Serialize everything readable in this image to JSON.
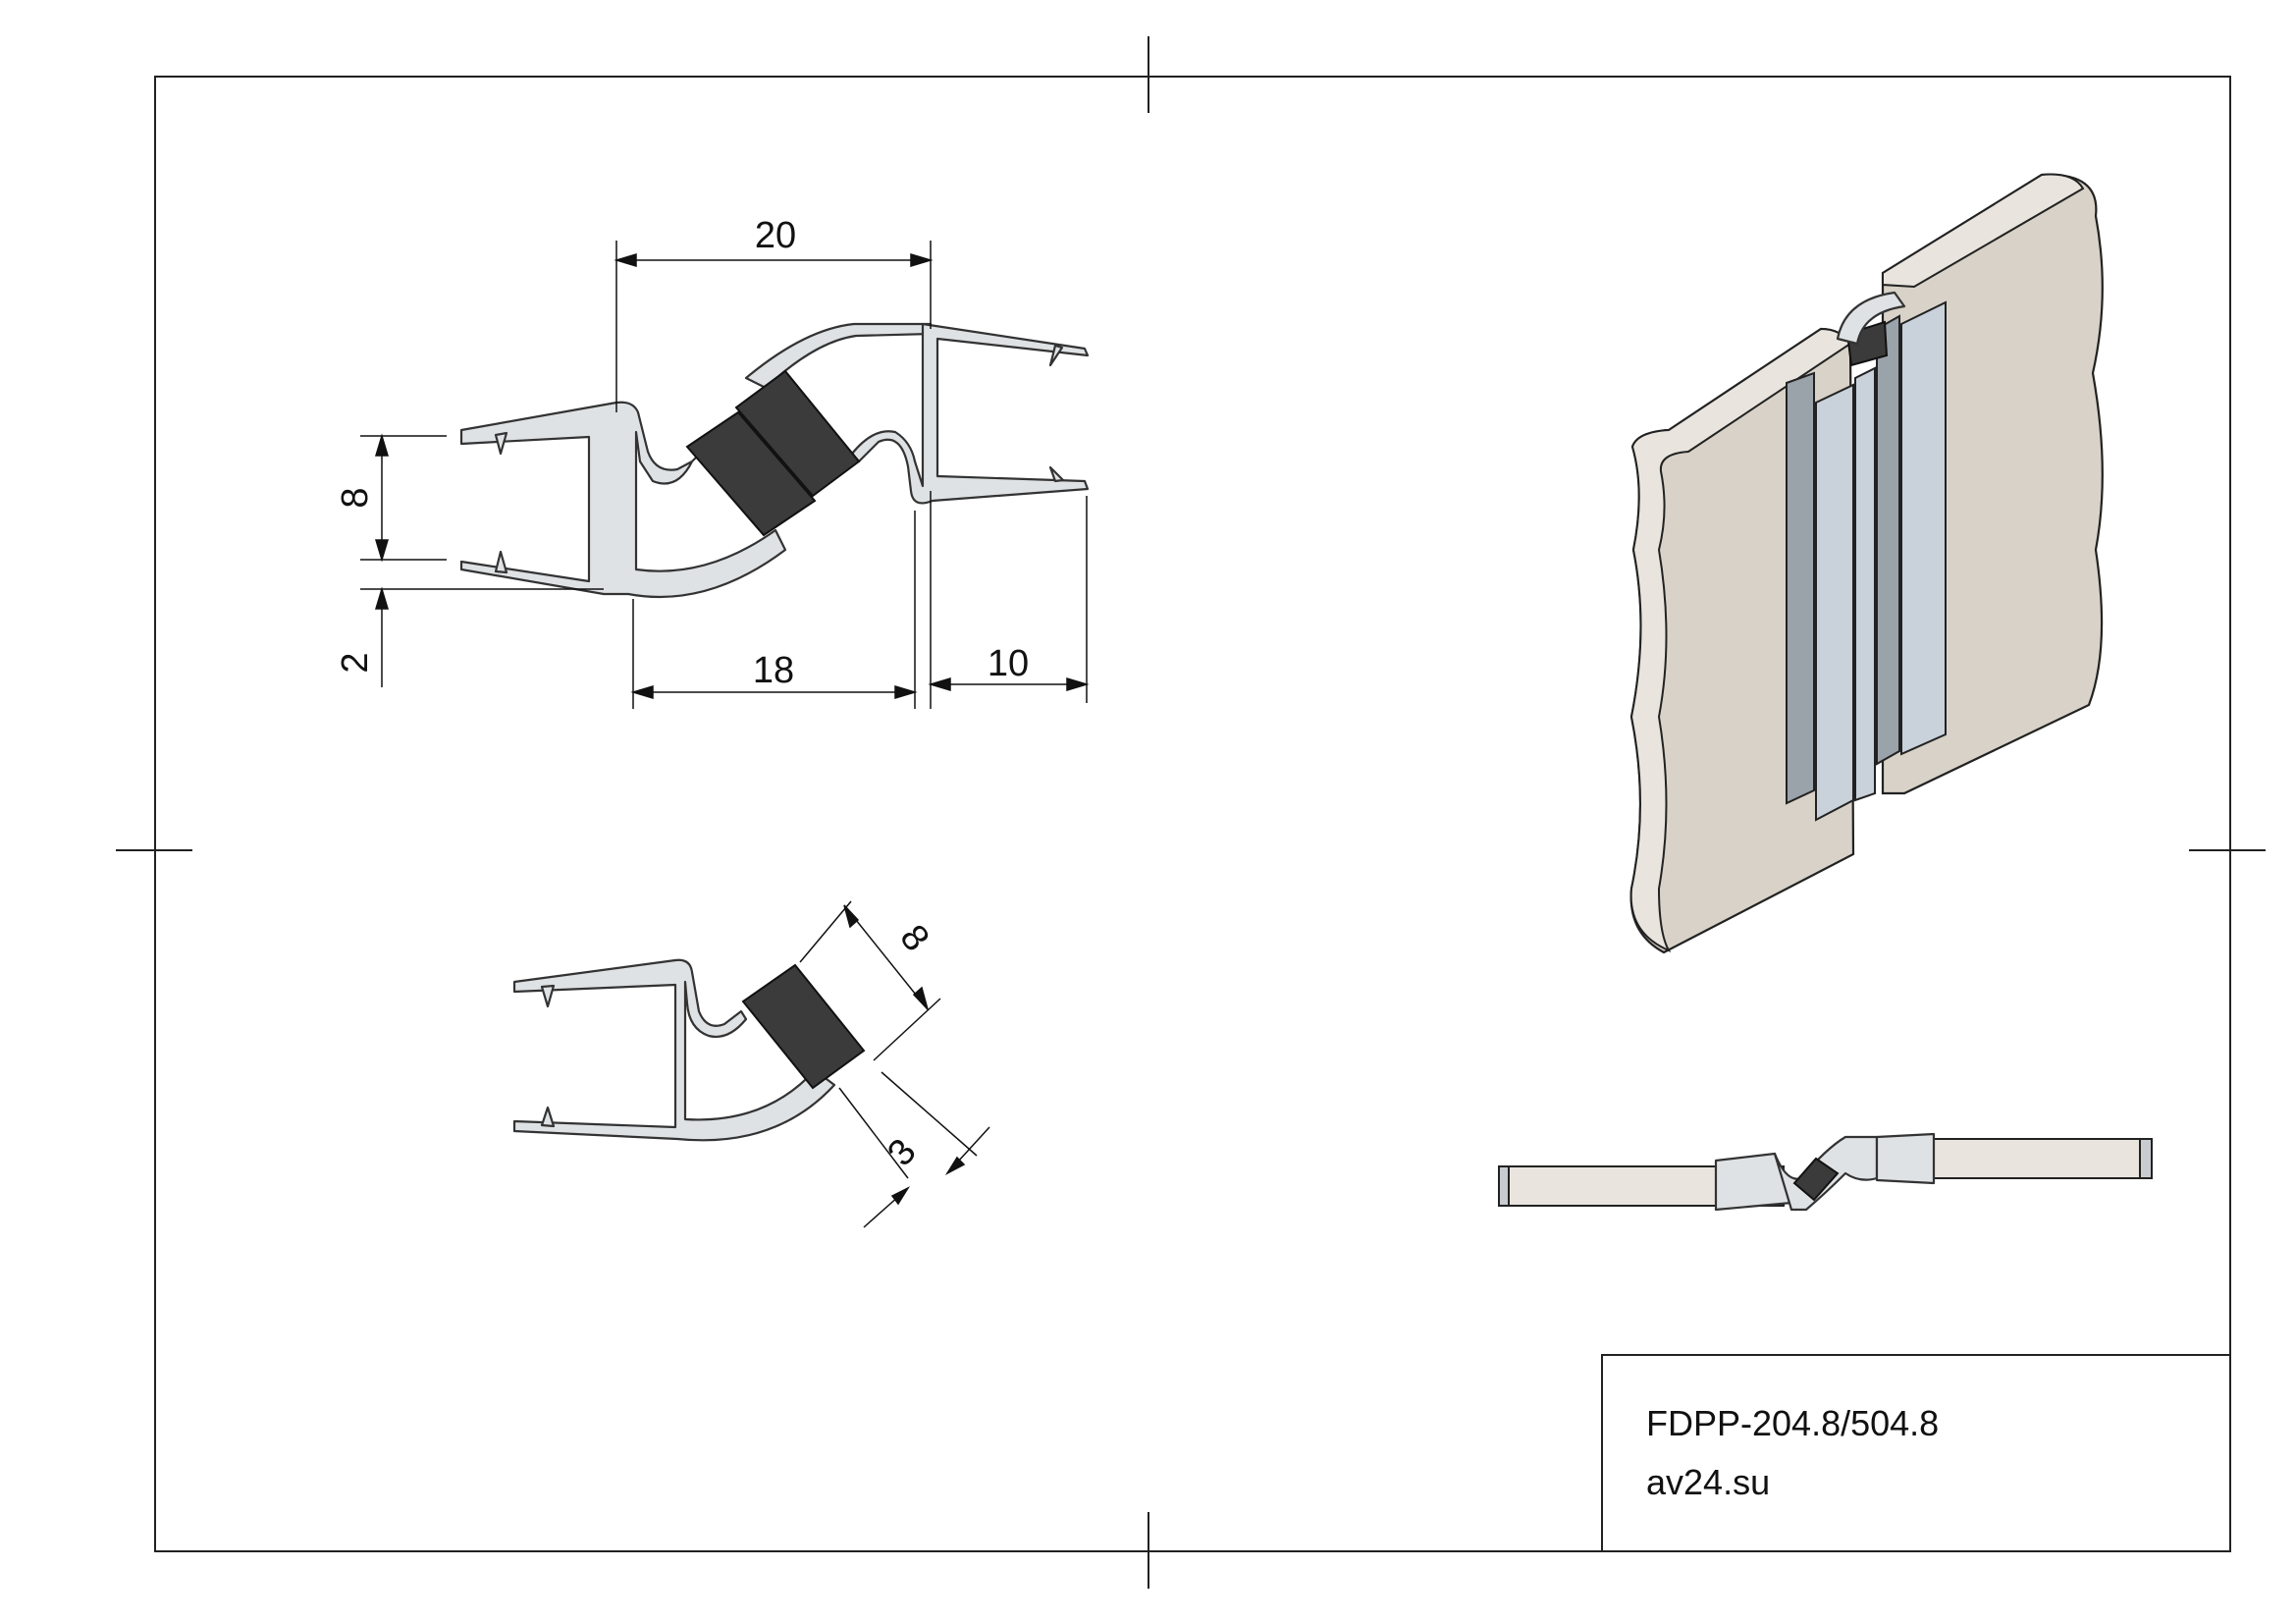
{
  "drawing": {
    "front_view": {
      "dim_width_top": "20",
      "dim_height": "8",
      "dim_offset": "2",
      "dim_width_bottom": "18",
      "dim_lip": "10"
    },
    "detail_view": {
      "dim_magnet": "8",
      "dim_gap": "3"
    }
  },
  "title_block": {
    "part_number": "FDPP-204.8/504.8",
    "website": "av24.su"
  },
  "colors": {
    "frame": "#222222",
    "profile_fill": "#dfe2e4",
    "magnet": "#3b3b3b",
    "glass": "#d8d2c8"
  }
}
